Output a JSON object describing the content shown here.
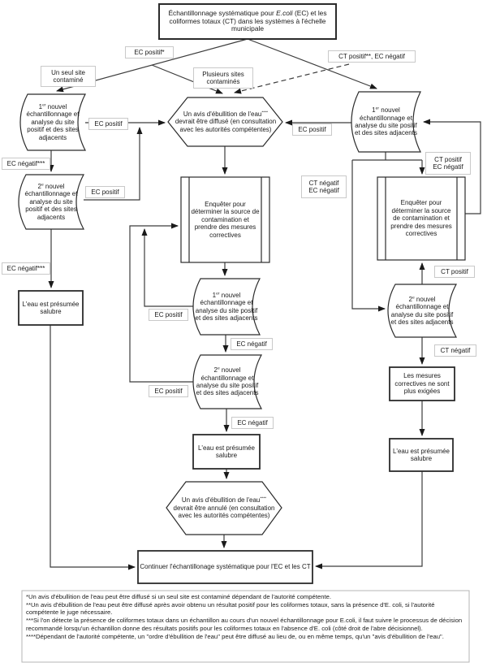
{
  "title": {
    "pre": "Échantillonnage systématique pour ",
    "italic": "E.coli",
    "post": " (EC) et les coliformes totaux (CT) dans les systèmes à l'échelle municipale"
  },
  "branch_labels": {
    "ec_positif_star": "EC positif*",
    "ct_positif_ec_negatif_top": "CT positif**, EC négatif",
    "un_seul_site": "Un seul site contaminé",
    "plusieurs_sites": "Plusieurs sites contaminés",
    "ec_positif_left1": "EC positif",
    "ec_negatif_left1": "EC négatif***",
    "ec_positif_left2": "EC positif",
    "ec_negatif_left2": "EC négatif***",
    "ec_positif_right": "EC positif",
    "ct_negatif_line": "CT négatif",
    "ec_negatif_line": "EC négatif",
    "ct_positif_line": "CT positif",
    "ec_negatif_line2": "EC négatif",
    "ec_positif_mid1": "EC positif",
    "ec_negatif_mid1": "EC négatif",
    "ec_positif_mid2": "EC positif",
    "ec_negatif_mid2": "EC négatif",
    "ct_positif_right": "CT positif",
    "ct_negatif_right": "CT négatif"
  },
  "nodes": {
    "doc_left1": {
      "num": "1",
      "sup": "er",
      "rest": " nouvel échantillonnage et analyse du site positif et des sites adjacents"
    },
    "doc_left2": {
      "num": "2",
      "sup": "e",
      "rest": " nouvel échantillonnage et analyse du site positif et des sites adjacents"
    },
    "doc_mid1": {
      "num": "1",
      "sup": "er",
      "rest": " nouvel échantillonnage et analyse du site positif et des sites adjacents"
    },
    "doc_mid2": {
      "num": "2",
      "sup": "e",
      "rest": " nouvel échantillonnage et analyse du site positif et des sites adjacents"
    },
    "doc_right1": {
      "num": "1",
      "sup": "er",
      "rest": " nouvel échantillonnage et analyse du site positif et des sites adjacents"
    },
    "doc_right2": {
      "num": "2",
      "sup": "e",
      "rest": " nouvel échantillonnage et analyse du site positif et des sites adjacents"
    },
    "hex_diffuse": {
      "pre": "Un avis d'ébullition de l'eau",
      "sup": "****",
      "post": " devrait être diffusé (en consultation avec les autorités compétentes)"
    },
    "hex_annule": {
      "pre": "Un avis d'ébullition de l'eau",
      "sup": "****",
      "post": " devrait être annulé (en consultation avec les autorités compétentes)"
    },
    "enqueter_mid": "Enquêter pour déterminer la source de contamination et prendre des mesures correctives",
    "enqueter_right": "Enquêter pour déterminer la source de contamination et prendre des mesures correctives",
    "eau_salubre_left": "L'eau est présumée salubre",
    "eau_salubre_mid": "L'eau est présumée salubre",
    "eau_salubre_right": "L'eau est présumée salubre",
    "mesures_correctives": "Les mesures correctives ne sont plus exigées",
    "continuer": "Continuer l'échantillonage systématique pour l'EC et les CT"
  },
  "footnotes": [
    "*Un avis d'ébullition de l'eau peut être diffusé si un seul site est contaminé dépendant de l'autorité compétente.",
    "**Un avis d'ébullition de l'eau peut être diffusé après avoir obtenu un résultat positif pour les coliformes totaux, sans la présence d'E. coli, si l'autorité compétente le juge nécessaire.",
    "***Si l'on détecte la présence de coliformes totaux dans un échantillon au cours d'un nouvel échantillonnage pour E.coli, il faut suivre le processus de décision recommandé lorsqu'un échantillon donne des résultats positifs pour les coliformes totaux en l'absence d'E. coli (côté droit de l'abre décisionnel).",
    "****Dépendant de l'autorité compétente, un \"ordre d'ébullition de l'eau\" peut être diffusé au lieu de, ou en même temps, qu'un  \"avis d'ébullition de l'eau\"."
  ],
  "colors": {
    "line": "#3c3c3c",
    "box_border": "#2b2b2b",
    "label_border": "#c9c9c9"
  }
}
